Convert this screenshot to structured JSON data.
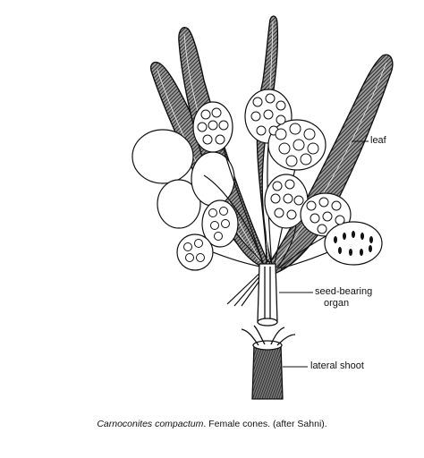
{
  "labels": {
    "leaf": "leaf",
    "seed_bearing_line1": "seed-bearing",
    "seed_bearing_line2": "organ",
    "lateral_shoot": "lateral shoot"
  },
  "caption": {
    "species": "Carnoconites compactum",
    "rest": ". Female cones. (after Sahni)."
  }
}
